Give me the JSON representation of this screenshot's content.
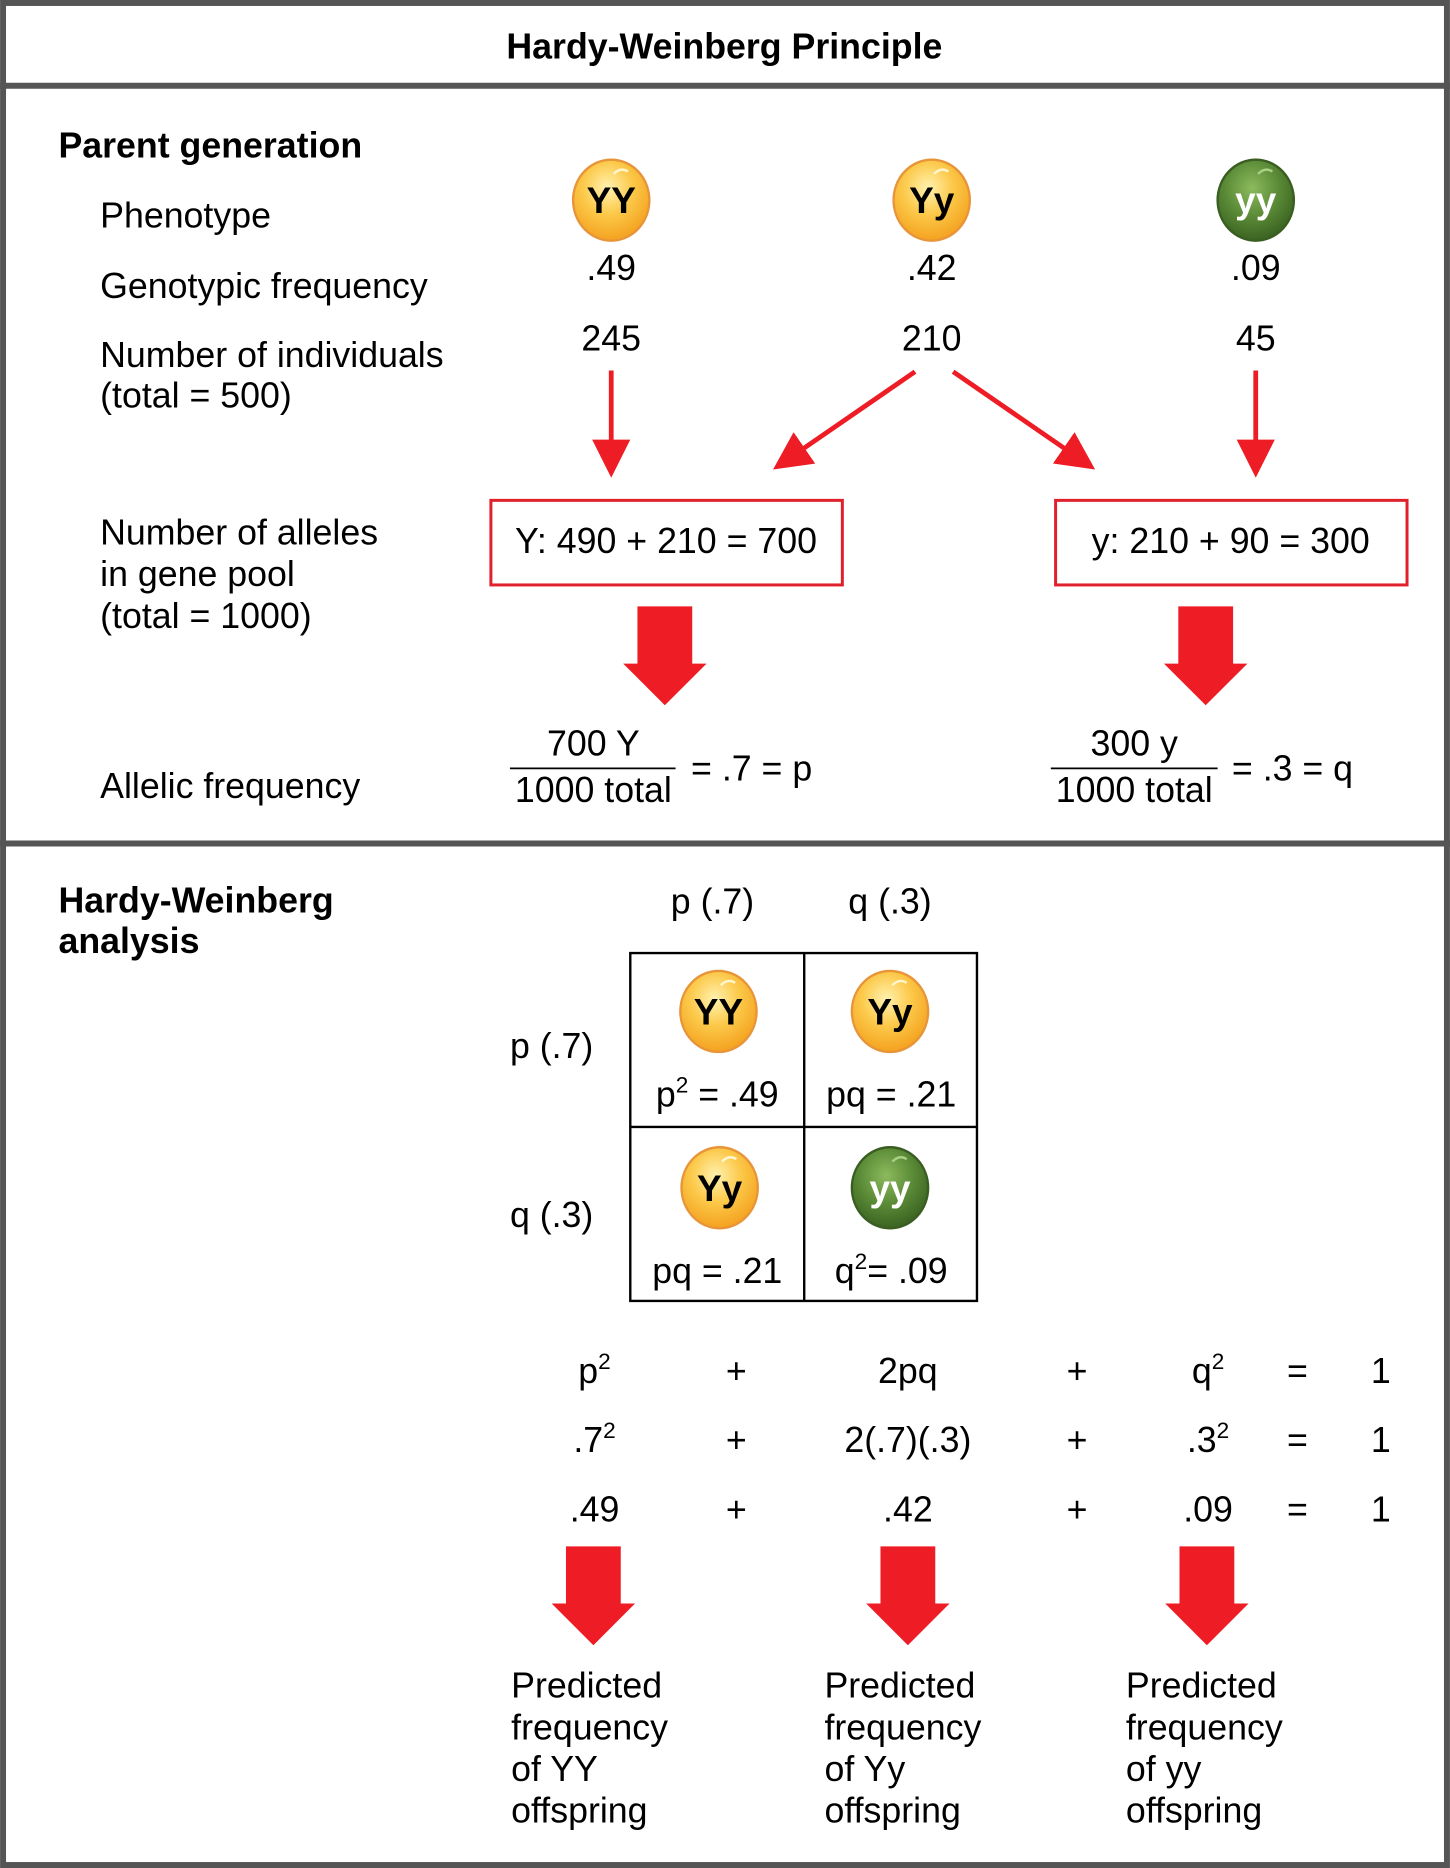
{
  "title": "Hardy-Weinberg Principle",
  "parent": {
    "heading": "Parent generation",
    "labels": {
      "phenotype": "Phenotype",
      "genotypic_frequency": "Genotypic frequency",
      "individuals_1": "Number of individuals",
      "individuals_2": "(total = 500)",
      "alleles_1": "Number of alleles",
      "alleles_2": "in gene pool",
      "alleles_3": "(total = 1000)",
      "allelic_frequency": "Allelic frequency"
    },
    "genotypes": [
      {
        "label": "YY",
        "color": "yellow",
        "frequency": ".49",
        "count": "245"
      },
      {
        "label": "Yy",
        "color": "yellow",
        "frequency": ".42",
        "count": "210"
      },
      {
        "label": "yy",
        "color": "green",
        "frequency": ".09",
        "count": "45"
      }
    ],
    "allele_boxes": [
      "Y: 490 + 210 = 700",
      "y: 210 + 90 = 300"
    ],
    "fractions": [
      {
        "numerator": "700 Y",
        "denominator": "1000 total",
        "result": "= .7 = p"
      },
      {
        "numerator": "300 y",
        "denominator": "1000 total",
        "result": "= .3 = q"
      }
    ]
  },
  "analysis": {
    "heading_1": "Hardy-Weinberg",
    "heading_2": "analysis",
    "col_headers": [
      "p (.7)",
      "q (.3)"
    ],
    "row_headers": [
      "p (.7)",
      "q (.3)"
    ],
    "cells": [
      {
        "genotype": "YY",
        "color": "yellow",
        "base": "p",
        "sup": "2",
        "rest": " = .49"
      },
      {
        "genotype": "Yy",
        "color": "yellow",
        "base": "pq = .21",
        "sup": "",
        "rest": ""
      },
      {
        "genotype": "Yy",
        "color": "yellow",
        "base": "pq = .21",
        "sup": "",
        "rest": ""
      },
      {
        "genotype": "yy",
        "color": "green",
        "base": "q",
        "sup": "2",
        "rest": "= .09"
      }
    ],
    "equation_rows": [
      [
        {
          "t": "p",
          "s": "2"
        },
        {
          "t": "+"
        },
        {
          "t": "2pq"
        },
        {
          "t": "+"
        },
        {
          "t": "q",
          "s": "2"
        },
        {
          "t": "="
        },
        {
          "t": "1"
        }
      ],
      [
        {
          "t": ".7",
          "s": "2"
        },
        {
          "t": "+"
        },
        {
          "t": "2(.7)(.3)"
        },
        {
          "t": "+"
        },
        {
          "t": ".3",
          "s": "2"
        },
        {
          "t": "="
        },
        {
          "t": "1"
        }
      ],
      [
        {
          "t": ".49"
        },
        {
          "t": "+"
        },
        {
          "t": ".42"
        },
        {
          "t": "+"
        },
        {
          "t": ".09"
        },
        {
          "t": "="
        },
        {
          "t": "1"
        }
      ]
    ],
    "predictions": [
      [
        "Predicted",
        "frequency",
        "of YY",
        "offspring"
      ],
      [
        "Predicted",
        "frequency",
        "of Yy",
        "offspring"
      ],
      [
        "Predicted",
        "frequency",
        "of yy",
        "offspring"
      ]
    ]
  },
  "colors": {
    "arrow": "#ee1c25",
    "border": "#555555",
    "box": "#e0202a",
    "yellow_pea": "#f9b233",
    "green_pea": "#4a7a2e"
  }
}
